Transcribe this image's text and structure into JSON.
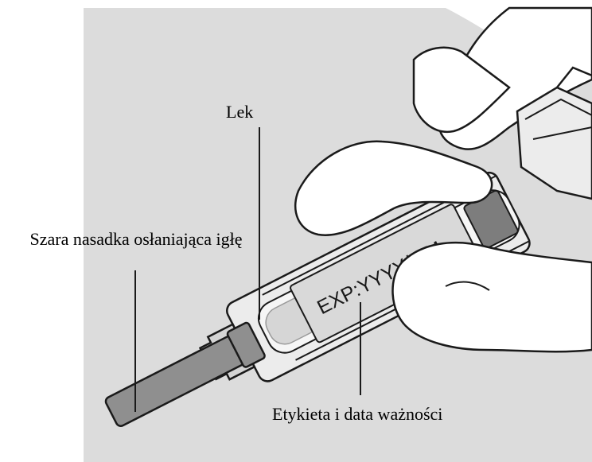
{
  "labels": {
    "medicine": "Lek",
    "needle_cap": "Szara nasadka osłaniająca igłę",
    "label_and_expiry": "Etykieta i data ważności"
  },
  "syringe_label_text": "EXP:YYYY/MM",
  "colors": {
    "background_panel": "#dcdcdc",
    "outline": "#1a1a1a",
    "glove_fill": "#ffffff",
    "syringe_body": "#ececec",
    "needle_cap": "#8f8f8f",
    "plunger_stopper": "#7d7d7d",
    "medicine_window": "#d6d6d6"
  }
}
